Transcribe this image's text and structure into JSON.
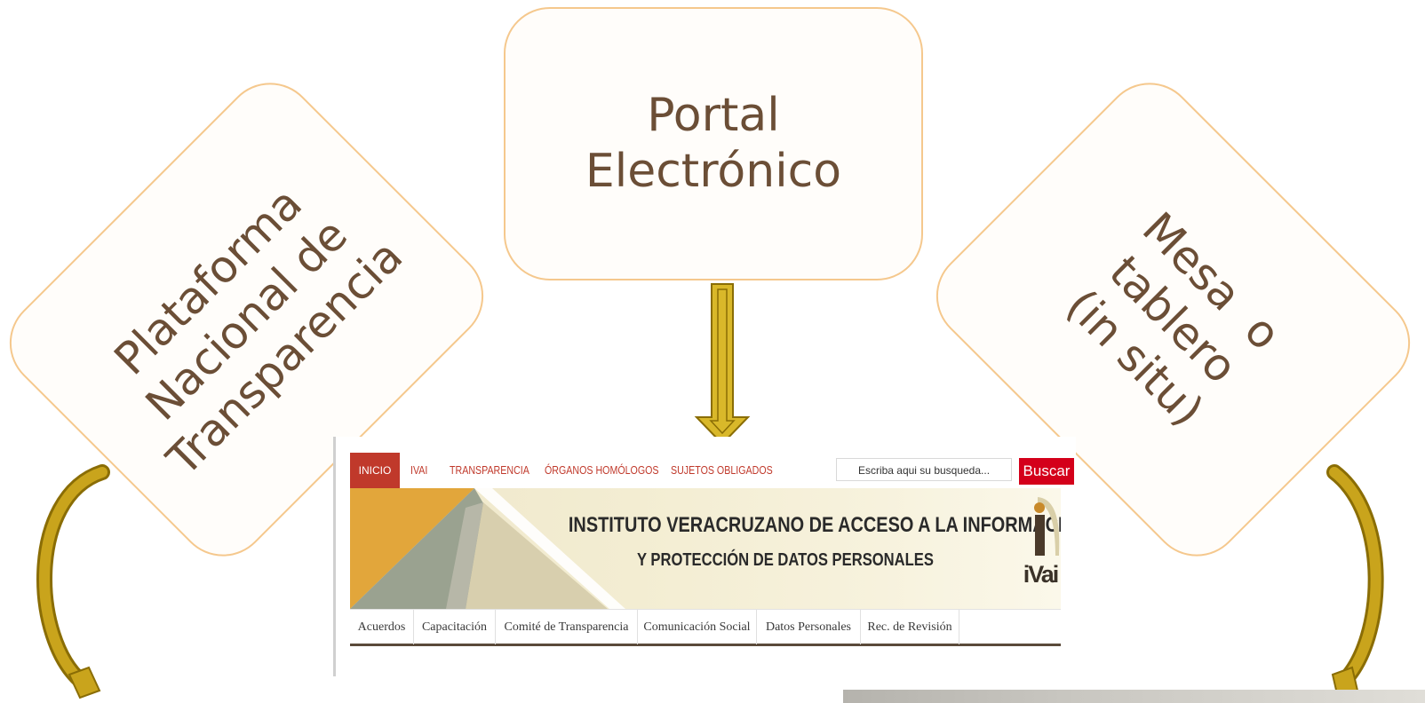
{
  "cards": {
    "center": [
      "Portal",
      "Electrónico"
    ],
    "left": [
      "Plataforma",
      "Nacional de",
      "Transparencia"
    ],
    "right": [
      "Mesa  o",
      "tablero",
      "(in situ)"
    ]
  },
  "website": {
    "nav": {
      "home": "INICIO",
      "ivai": "IVAI",
      "transparencia": "TRANSPARENCIA",
      "organos": "ÓRGANOS HOMÓLOGOS",
      "sujetos": "SUJETOS OBLIGADOS"
    },
    "search": {
      "placeholder": "Escriba aqui su busqueda...",
      "button": "Buscar"
    },
    "banner": {
      "title": "INSTITUTO VERACRUZANO DE ACCESO A LA INFORMACIÓN",
      "subtitle": "Y PROTECCIÓN DE DATOS PERSONALES",
      "logo_text": "iVai"
    },
    "subnav": [
      "Acuerdos",
      "Capacitación",
      "Comité de Transparencia",
      "Comunicación Social",
      "Datos Personales",
      "Rec. de Revisión"
    ]
  },
  "colors": {
    "card_border": "#f5c88d",
    "card_text": "#6b4e36",
    "arrow_gold": "#b8960a",
    "nav_red": "#c0392b",
    "search_red": "#d4001a"
  }
}
